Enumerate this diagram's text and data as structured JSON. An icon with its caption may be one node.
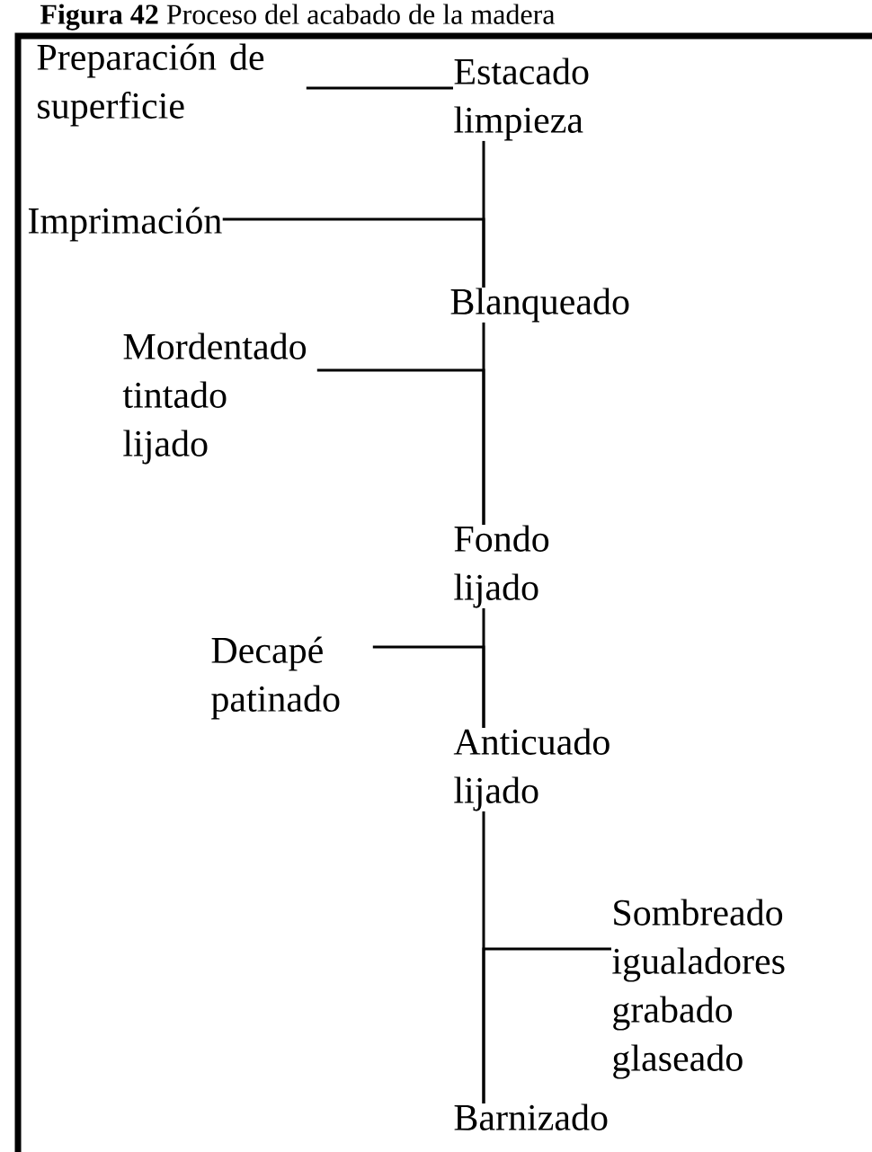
{
  "diagram": {
    "title": "**Figura 42** Proceso del acabado de la madera",
    "nodes": [
      {
        "text": [
          "Estacado limpieza"
        ]
      },
      {
        "text": [
          "Blanqueado"
        ]
      },
      {
        "text": [
          "Fondo lijado"
        ]
      },
      {
        "text": [
          "Anticuado lijado"
        ]
      },
      {
        "text": [
          "Barnizado"
        ]
      },
      {
        "text": [
          "Preparación de superficie"
        ]
      },
      {
        "text": [
          "Imprimación"
        ]
      },
      {
        "text": [
          "Mordentado tintado lijado"
        ]
      },
      {
        "text": [
          "Decapé patinado"
        ]
      },
      {
        "text": [
          "Sombreado igualadores grabado glaseado"
        ]
      }
    ],
    "edges": [
      {
        "from": 5,
        "to": 0,
        "arrow": "none"
      },
      {
        "from": 0,
        "to": 1,
        "arrow": "none"
      },
      {
        "from": 6,
        "to": 1,
        "arrow": "none"
      },
      {
        "from": 1,
        "to": 2,
        "arrow": "none"
      },
      {
        "from": 7,
        "to": 2,
        "arrow": "none"
      },
      {
        "from": 2,
        "to": 3,
        "arrow": "none"
      },
      {
        "from": 8,
        "to": 3,
        "arrow": "none"
      },
      {
        "from": 3,
        "to": 4,
        "arrow": "none"
      },
      {
        "from": 9,
        "to": 4,
        "arrow": "none"
      }
    ]
  }
}
